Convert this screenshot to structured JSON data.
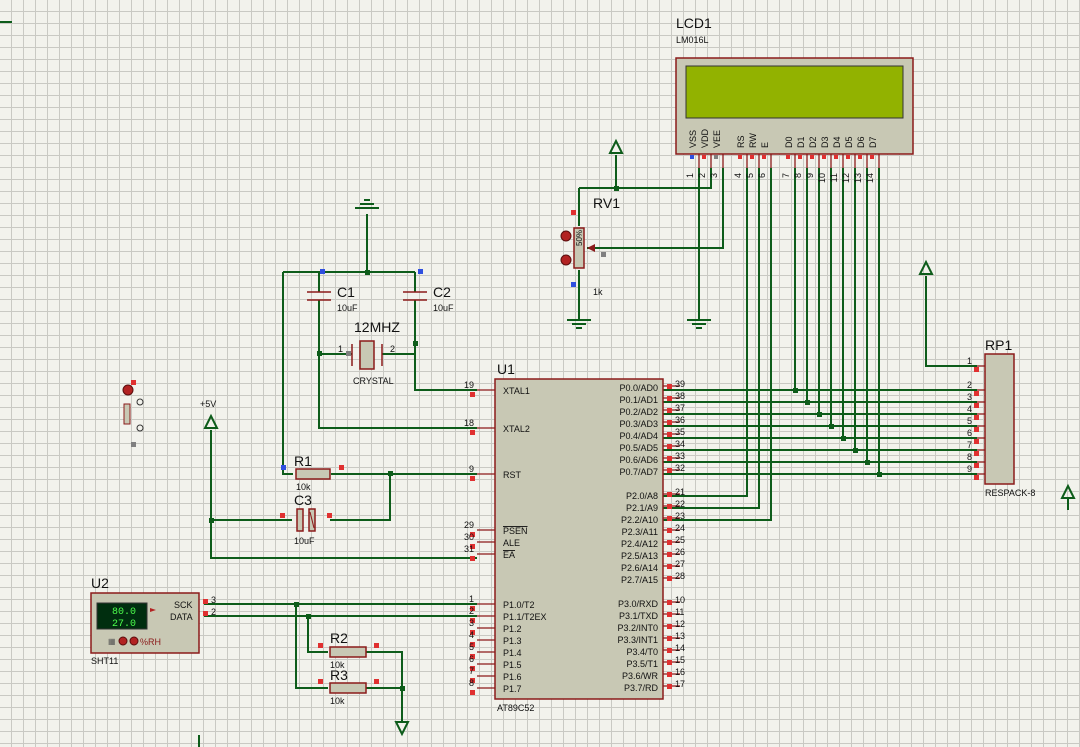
{
  "components": {
    "lcd": {
      "ref": "LCD1",
      "value": "LM016L",
      "pins": [
        "VSS",
        "VDD",
        "VEE",
        "RS",
        "RW",
        "E",
        "D0",
        "D1",
        "D2",
        "D3",
        "D4",
        "D5",
        "D6",
        "D7"
      ],
      "nums": [
        "1",
        "2",
        "3",
        "4",
        "5",
        "6",
        "7",
        "8",
        "9",
        "10",
        "11",
        "12",
        "13",
        "14"
      ]
    },
    "rv1": {
      "ref": "RV1",
      "value": "1k",
      "center": "50%"
    },
    "c1": {
      "ref": "C1",
      "value": "10uF"
    },
    "c2": {
      "ref": "C2",
      "value": "10uF"
    },
    "crystal": {
      "ref": "12MHZ",
      "value": "CRYSTAL",
      "pin1": "1",
      "pin2": "2"
    },
    "r1": {
      "ref": "R1",
      "value": "10k"
    },
    "c3": {
      "ref": "C3",
      "value": "10uF"
    },
    "r2": {
      "ref": "R2",
      "value": "10k"
    },
    "r3": {
      "ref": "R3",
      "value": "10k"
    },
    "vcc_label": "+5V",
    "u1": {
      "ref": "U1",
      "value": "AT89C52",
      "left": [
        {
          "num": "19",
          "name": "XTAL1"
        },
        {
          "num": "18",
          "name": "XTAL2"
        },
        {
          "num": "9",
          "name": "RST"
        },
        {
          "num": "29",
          "name": "PSEN"
        },
        {
          "num": "30",
          "name": "ALE"
        },
        {
          "num": "31",
          "name": "EA"
        },
        {
          "num": "1",
          "name": "P1.0/T2"
        },
        {
          "num": "2",
          "name": "P1.1/T2EX"
        },
        {
          "num": "3",
          "name": "P1.2"
        },
        {
          "num": "4",
          "name": "P1.3"
        },
        {
          "num": "5",
          "name": "P1.4"
        },
        {
          "num": "6",
          "name": "P1.5"
        },
        {
          "num": "7",
          "name": "P1.6"
        },
        {
          "num": "8",
          "name": "P1.7"
        }
      ],
      "right": [
        {
          "num": "39",
          "name": "P0.0/AD0"
        },
        {
          "num": "38",
          "name": "P0.1/AD1"
        },
        {
          "num": "37",
          "name": "P0.2/AD2"
        },
        {
          "num": "36",
          "name": "P0.3/AD3"
        },
        {
          "num": "35",
          "name": "P0.4/AD4"
        },
        {
          "num": "34",
          "name": "P0.5/AD5"
        },
        {
          "num": "33",
          "name": "P0.6/AD6"
        },
        {
          "num": "32",
          "name": "P0.7/AD7"
        },
        {
          "num": "21",
          "name": "P2.0/A8"
        },
        {
          "num": "22",
          "name": "P2.1/A9"
        },
        {
          "num": "23",
          "name": "P2.2/A10"
        },
        {
          "num": "24",
          "name": "P2.3/A11"
        },
        {
          "num": "25",
          "name": "P2.4/A12"
        },
        {
          "num": "26",
          "name": "P2.5/A13"
        },
        {
          "num": "27",
          "name": "P2.6/A14"
        },
        {
          "num": "28",
          "name": "P2.7/A15"
        },
        {
          "num": "10",
          "name": "P3.0/RXD"
        },
        {
          "num": "11",
          "name": "P3.1/TXD"
        },
        {
          "num": "12",
          "name": "P3.2/INT0"
        },
        {
          "num": "13",
          "name": "P3.3/INT1"
        },
        {
          "num": "14",
          "name": "P3.4/T0"
        },
        {
          "num": "15",
          "name": "P3.5/T1"
        },
        {
          "num": "16",
          "name": "P3.6/WR"
        },
        {
          "num": "17",
          "name": "P3.7/RD"
        }
      ]
    },
    "rp1": {
      "ref": "RP1",
      "value": "RESPACK-8",
      "nums": [
        "1",
        "2",
        "3",
        "4",
        "5",
        "6",
        "7",
        "8",
        "9"
      ]
    },
    "u2": {
      "ref": "U2",
      "value": "SHT11",
      "temp": "80.0",
      "hum": "27.0",
      "rh": "%RH",
      "pin_sck": "SCK",
      "pin_data": "DATA",
      "num_sck": "3",
      "num_data": "2"
    }
  }
}
